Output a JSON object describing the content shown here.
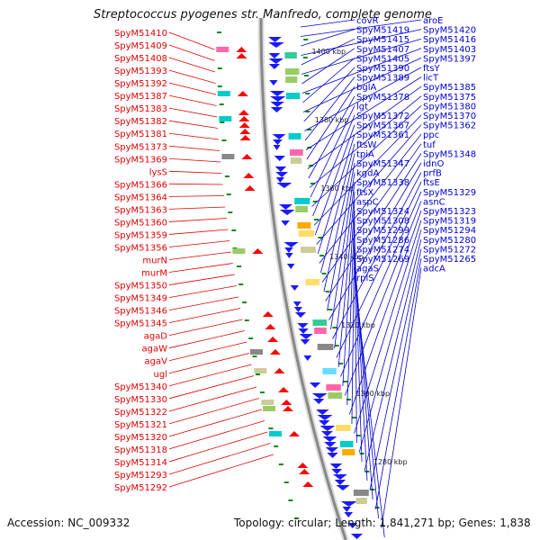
{
  "title": "Streptococcus pyogenes str. Manfredo, complete genome",
  "footer": {
    "accession": "Accession: NC_009332",
    "stats": "Topology: circular; Length: 1,841,271 bp; Genes: 1,838"
  },
  "colors": {
    "left_label": "#e00000",
    "right_label": "#0000d0",
    "forward_strand": "#ff0000",
    "reverse_strand": "#1a1aff",
    "backbone": "#888888",
    "tick": "#118811"
  },
  "scale_ticks": [
    "1400 kbp",
    "1380 kbp",
    "1360 kbp",
    "1340 kbp",
    "1320 kbp",
    "1300 kbp",
    "1280 kbp"
  ],
  "left_labels": [
    "SpyM51410",
    "SpyM51409",
    "SpyM51408",
    "SpyM51393",
    "SpyM51392",
    "SpyM51387",
    "SpyM51383",
    "SpyM51382",
    "SpyM51381",
    "SpyM51373",
    "SpyM51369",
    "lysS",
    "SpyM51366",
    "SpyM51364",
    "SpyM51363",
    "SpyM51360",
    "SpyM51359",
    "SpyM51356",
    "murN",
    "murM",
    "SpyM51350",
    "SpyM51349",
    "SpyM51346",
    "SpyM51345",
    "agaD",
    "agaW",
    "agaV",
    "ugl",
    "SpyM51340",
    "SpyM51330",
    "SpyM51322",
    "SpyM51321",
    "SpyM51320",
    "SpyM51318",
    "SpyM51314",
    "SpyM51293",
    "SpyM51292"
  ],
  "right_labels": [
    "covR",
    "aroE",
    "SpyM51419",
    "SpyM51420",
    "SpyM51415",
    "SpyM51416",
    "SpyM51407",
    "SpyM51403",
    "SpyM51405",
    "SpyM51397",
    "SpyM51390",
    "ftsY",
    "SpyM51389",
    "licT",
    "bglA",
    "SpyM51385",
    "SpyM51378",
    "SpyM51375",
    "lgt",
    "SpyM51380",
    "SpyM51372",
    "SpyM51370",
    "SpyM51367",
    "SpyM51362",
    "SpyM51361",
    "ppc",
    "ftsW",
    "tuf",
    "tpiA",
    "SpyM51348",
    "SpyM51347",
    "idnO",
    "kgdA",
    "prfB",
    "SpyM51338",
    "ftsE",
    "ftsX",
    "SpyM51329",
    "aspC",
    "asnC",
    "SpyM51324",
    "SpyM51323",
    "SpyM51308",
    "SpyM51319",
    "SpyM51299",
    "SpyM51294",
    "SpyM51286",
    "SpyM51280",
    "SpyM51274",
    "SpyM51272",
    "SpyM51269",
    "SpyM51265",
    "agaS",
    "adcA",
    "rplS"
  ]
}
